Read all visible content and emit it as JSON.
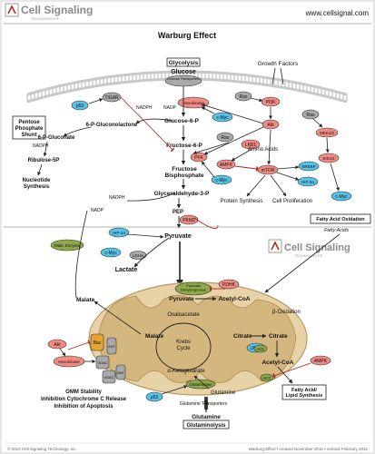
{
  "header": {
    "brand": "Cell Signaling",
    "brand_sub": "TECHNOLOGY®",
    "url": "www.cellsignal.com",
    "title": "Warburg Effect"
  },
  "colors": {
    "red_protein": "#f08a82",
    "blue_protein": "#56c2e8",
    "gray_protein": "#a9a9a9",
    "green_protein": "#8ea84a",
    "orange_protein": "#e6a436",
    "mito_outer": "#e8d3a8",
    "mito_inner": "#d4b77e",
    "membrane": "#c8c8c8",
    "inhibit": "#b42020",
    "brand_gray": "#9b9b9b"
  },
  "boxes": {
    "glycolysis": "Glycolysis",
    "pentose": "Pentose Phosphate Shunt",
    "fatty_acid_oxidation": "Fatty Acid Oxidation",
    "glutaminolysis": "Glutaminolysis",
    "fatty_acid_synth": "Fatty Acid/ Lipid Synthesis"
  },
  "proteins": {
    "glut": "Glucose Transporters",
    "hexokinase": "Hexokinase",
    "tigar": "TIGAR",
    "p53": "p53",
    "cmyc": "c-Myc",
    "ras": "Ras",
    "pi3k": "PI3K",
    "akt": "Akt",
    "mek": "MEK1/2",
    "erk": "Erk1/2",
    "lkb1": "LKB1",
    "ampk": "AMPK",
    "pfk": "PFK",
    "mtor": "mTOR",
    "srebp": "SREBP",
    "hif1a": "HIF-1α",
    "pkm2": "PKM2",
    "malic": "Malic Enzyme",
    "ldha": "LDHA",
    "pdh": "Pyruvate Dehydrogenase",
    "pdhk": "PDHK",
    "bax": "Bax",
    "ant": "ANT",
    "vdac": "VDAC",
    "ucp2": "UCP2",
    "acl": "ACL",
    "acc": "ACC",
    "glutaminase": "Glutaminase"
  },
  "labels": {
    "glucose": "Glucose",
    "growth_factors": "Growth Factors",
    "nadph1": "NADPH",
    "nadp": "NADP",
    "g6p": "Glucose-6-P",
    "pgl": "6-P-Gluconolactone",
    "pg": "6-P-Gluconate",
    "nadph2": "NADPH",
    "r5p": "Ribulose-5P",
    "nucleotide": "Nucleotide Synthesis",
    "f6p": "Fructose-6-P",
    "f16bp": "Fructose Bisphosphate",
    "amino_acids": "Amino Acids",
    "g3p": "Glyceraldehyde-3-P",
    "protein_synth": "Protein Synthesis",
    "cell_prolif": "Cell Proliferation",
    "pep": "PEP",
    "nadph3": "NADPH",
    "nadp2": "NADP",
    "pyruvate": "Pyruvate",
    "fatty_acids": "Fatty Acids",
    "lactate": "Lactate",
    "malate1": "Malate",
    "mito_pyruvate": "Pyruvate",
    "acetyl_coa": "Acetyl-CoA",
    "beta_ox": "β-Oxidation",
    "oxaloacetate": "Oxaloacetate",
    "malate2": "Malate",
    "krebs": "Krebs Cycle",
    "citrate1": "Citrate",
    "citrate2": "Citrate",
    "akg": "α-Ketoglutarate",
    "acetyl_coa2": "Acetyl-CoA",
    "glutamine1": "Glutamine",
    "glut_transp": "Glutamine Transporters",
    "glutamine2": "Glutamine",
    "omm": "OMM Stability",
    "cytc": "Inhibition Cytochrome C Release",
    "apop": "Inhibition of Apoptosis"
  },
  "footer": {
    "copyright": "© 2010 Cell Signaling Technology, Inc.",
    "revision": "Warburg Effect • created November 2010 • revised February 2012"
  }
}
